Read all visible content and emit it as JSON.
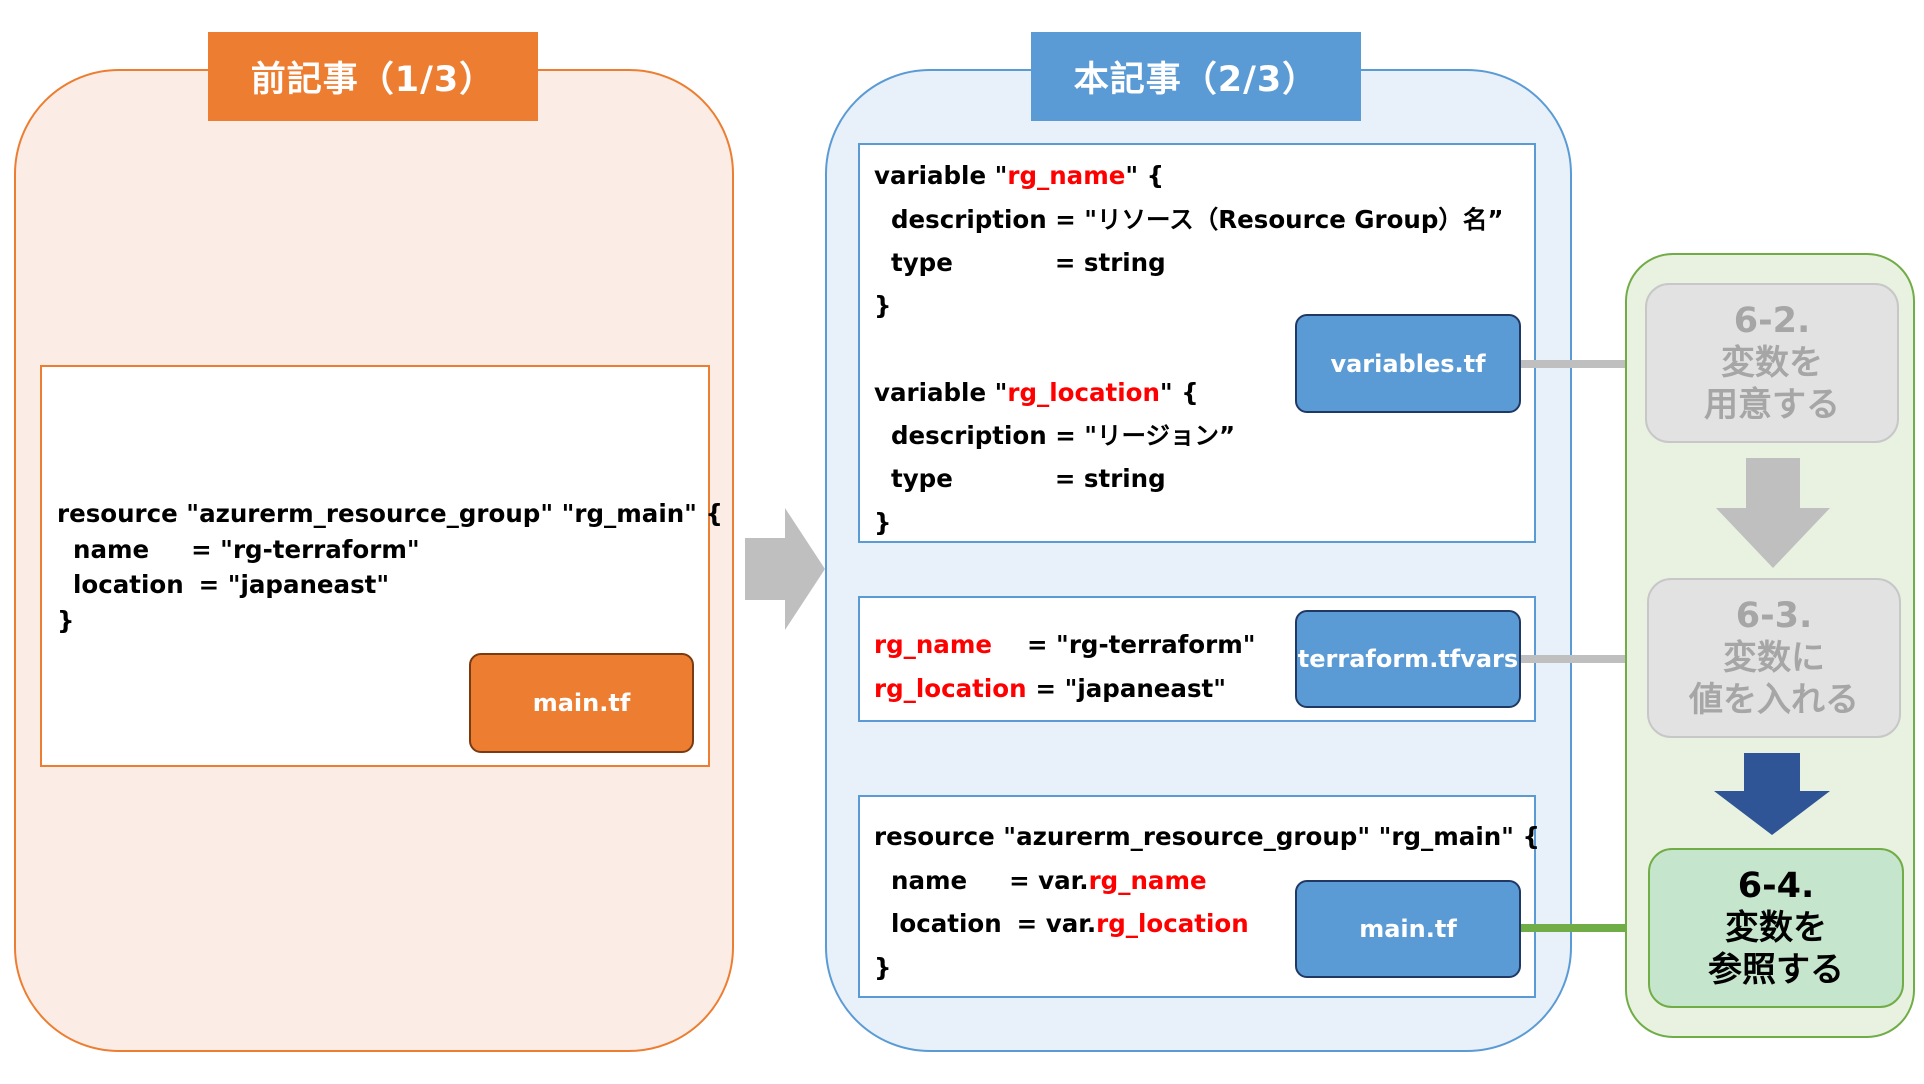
{
  "colors": {
    "previous_accent": "#ed7d31",
    "current_accent": "#5b9bd5",
    "steps_accent": "#70ad47",
    "highlight_text": "#ff0000",
    "inactive_step": "#a6a6a6",
    "active_arrow": "#2f5597",
    "inactive_arrow": "#bfbfbf"
  },
  "left": {
    "title": "前記事（1/3）",
    "code": {
      "l1": "resource \"azurerm_resource_group\" \"rg_main\" {",
      "l2_key": "name",
      "l2_val": "= \"rg-terraform\"",
      "l3_key": "location",
      "l3_val": "= \"japaneast\"",
      "l4": "}"
    },
    "file_tag": "main.tf"
  },
  "transition_arrow_icon": "chevron-right-arrow-icon",
  "middle": {
    "title": "本記事（2/3）",
    "variables": {
      "var1_pre": "variable \"",
      "var1_name": "rg_name",
      "var1_post": "\" {",
      "var1_desc": "description = \"リソース（Resource Group）名”",
      "var1_type_key": "type",
      "var1_type_val": "= string",
      "var1_close": "}",
      "var2_pre": "variable \"",
      "var2_name": "rg_location",
      "var2_post": "\" {",
      "var2_desc": "description = \"リージョン”",
      "var2_type_key": "type",
      "var2_type_val": "= string",
      "var2_close": "}",
      "file_tag": "variables.tf"
    },
    "tfvars": {
      "l1_key": "rg_name",
      "l1_val": "= \"rg-terraform\"",
      "l2_key": "rg_location",
      "l2_val": "= \"japaneast\"",
      "file_tag": "terraform.tfvars"
    },
    "main": {
      "l1": "resource \"azurerm_resource_group\" \"rg_main\" {",
      "l2_key": "name",
      "l2_eq": "= var.",
      "l2_var": "rg_name",
      "l3_key": "location",
      "l3_eq": "= var.",
      "l3_var": "rg_location",
      "l4": "}",
      "file_tag": "main.tf"
    }
  },
  "steps": [
    {
      "number": "6-2.",
      "line1": "変数を",
      "line2": "用意する",
      "state": "inactive"
    },
    {
      "number": "6-3.",
      "line1": "変数に",
      "line2": "値を入れる",
      "state": "inactive"
    },
    {
      "number": "6-4.",
      "line1": "変数を",
      "line2": "参照する",
      "state": "active"
    }
  ]
}
